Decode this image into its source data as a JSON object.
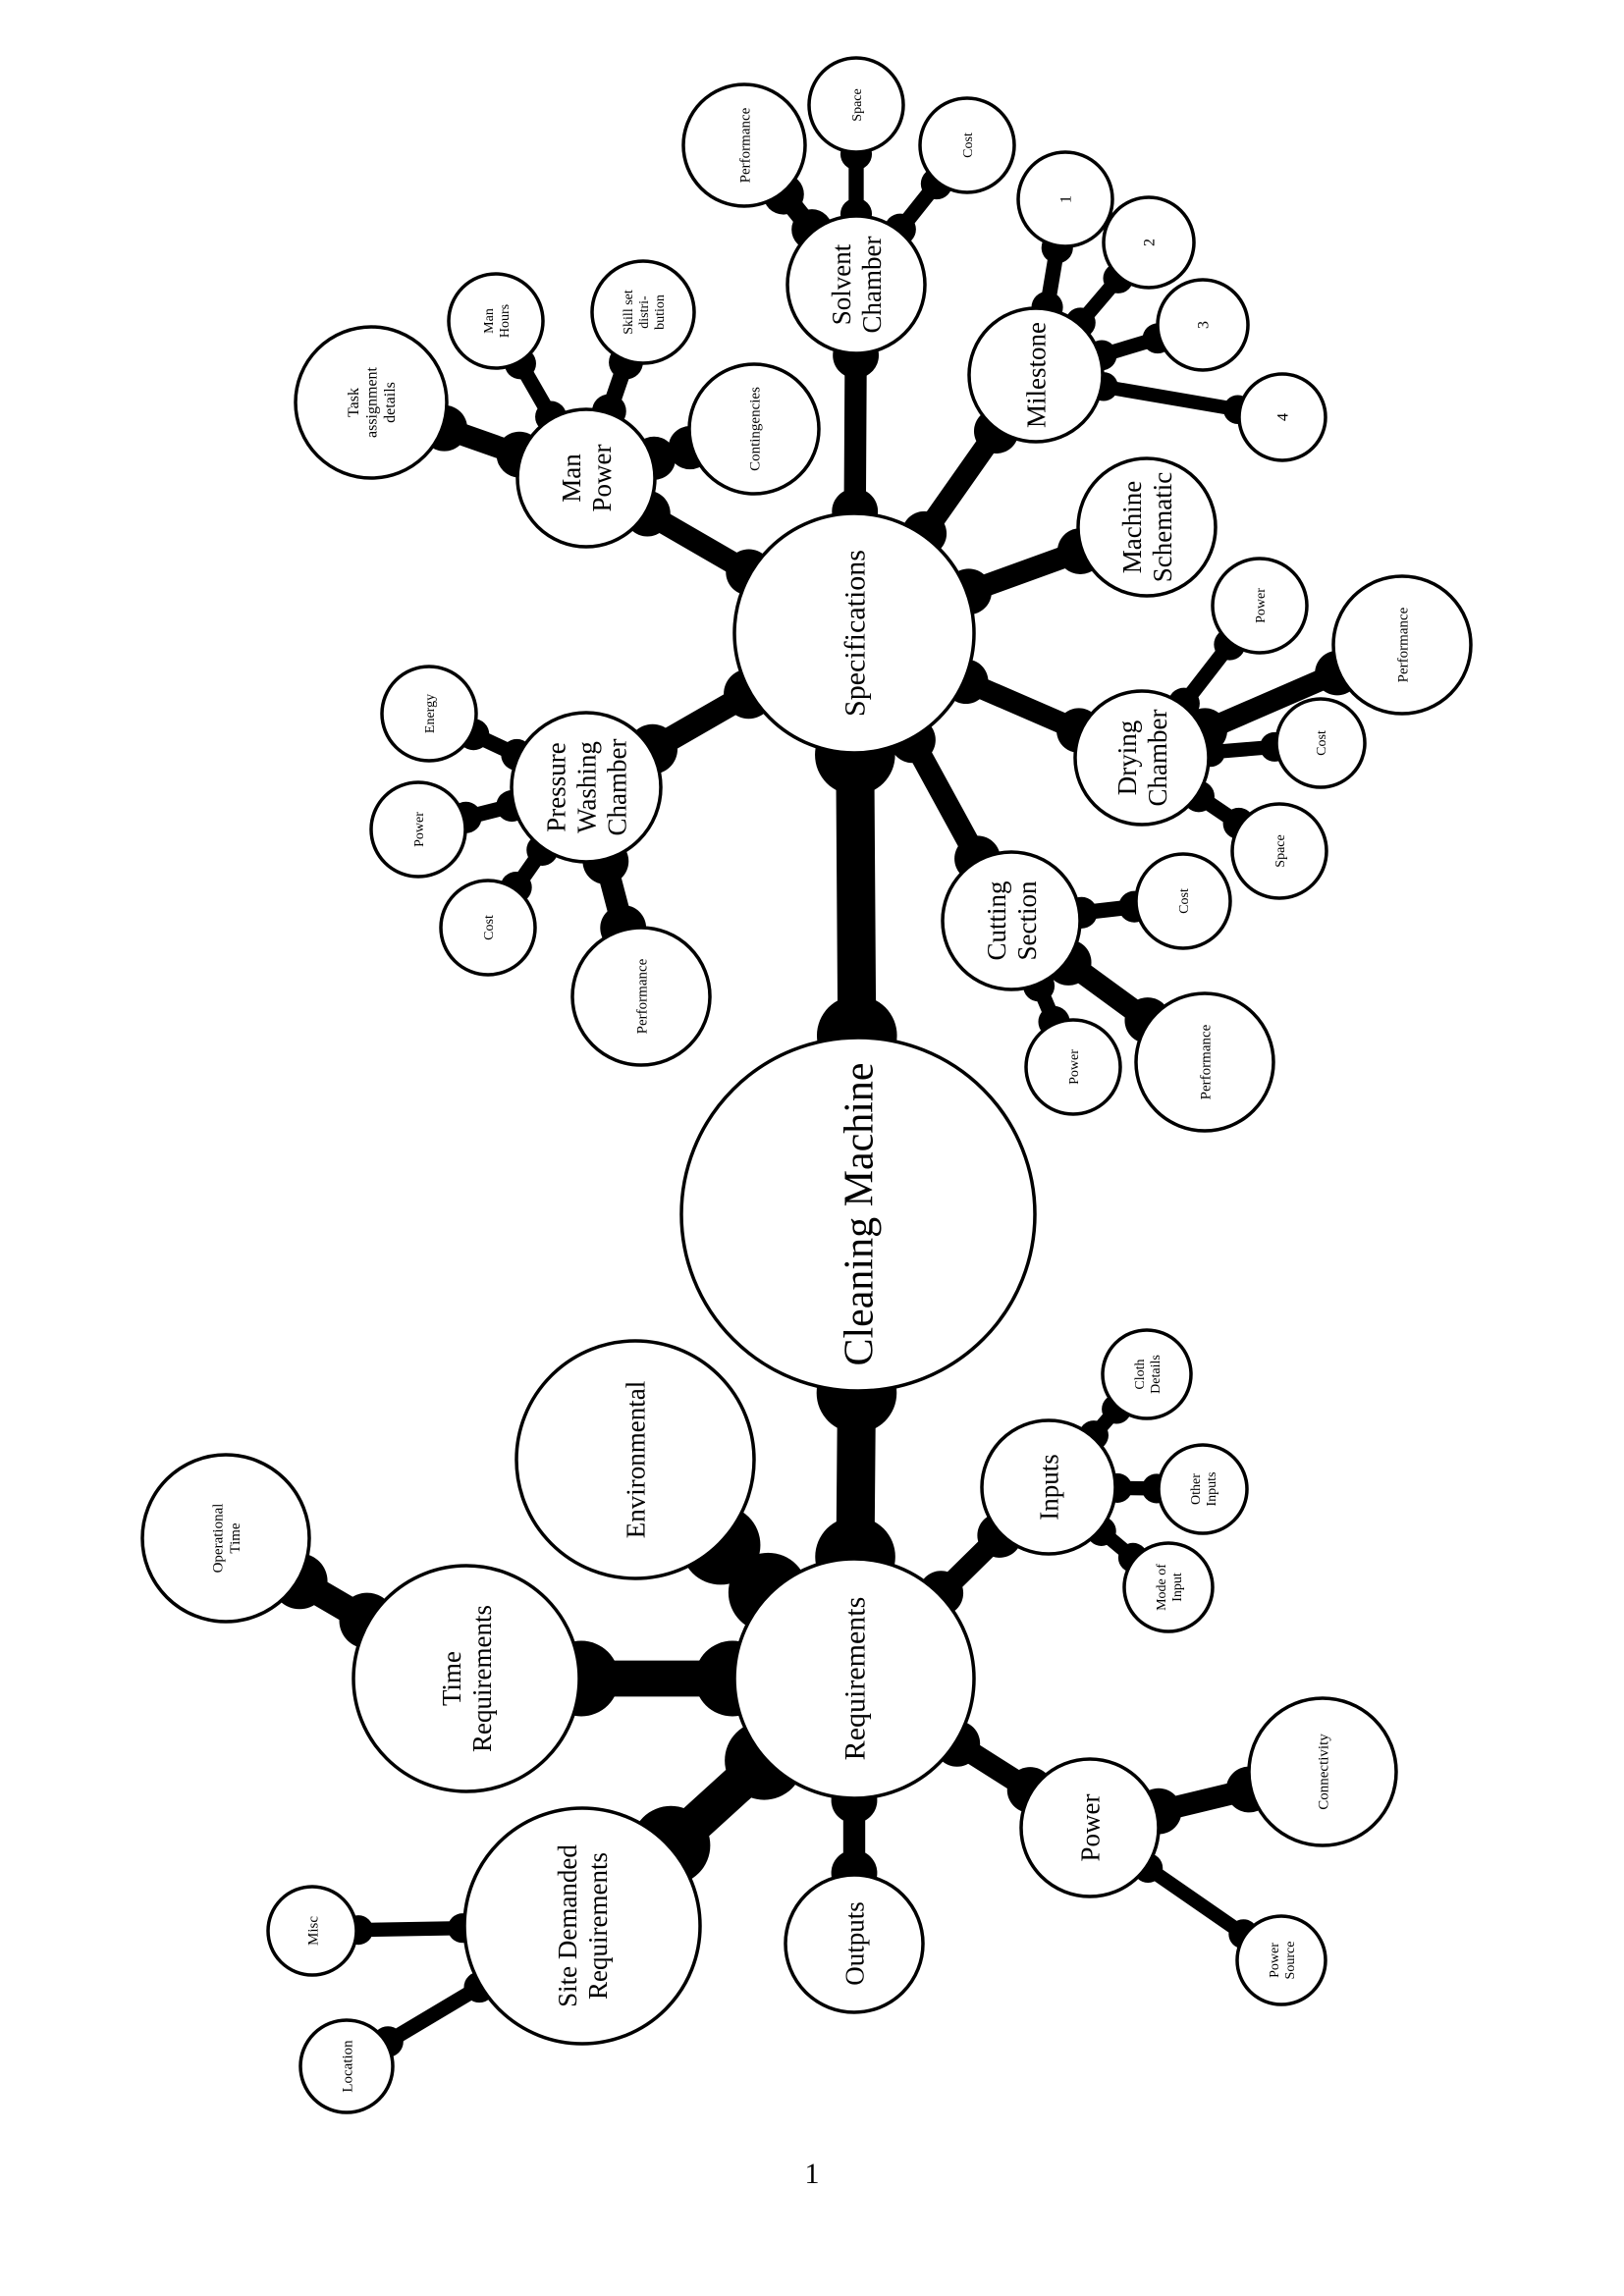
{
  "root": "Cleaning Machine",
  "nodes": {
    "cleaning_machine": [
      "Cleaning Machine"
    ],
    "specifications": [
      "Specifications"
    ],
    "requirements": [
      "Requirements"
    ],
    "man_power": [
      "Man",
      "Power"
    ],
    "task_assignment": [
      "Task",
      "assignment",
      "details"
    ],
    "man_hours": [
      "Man",
      "Hours"
    ],
    "skill_set": [
      "Skill set",
      "distri-",
      "bution"
    ],
    "contingencies": [
      "Contingencies"
    ],
    "solvent_chamber": [
      "Solvent",
      "Chamber"
    ],
    "sc_performance": [
      "Performance"
    ],
    "sc_space": [
      "Space"
    ],
    "sc_cost": [
      "Cost"
    ],
    "milestone": [
      "Milestone"
    ],
    "ms_1": [
      "1"
    ],
    "ms_2": [
      "2"
    ],
    "ms_3": [
      "3"
    ],
    "ms_4": [
      "4"
    ],
    "machine_schematic": [
      "Machine",
      "Schematic"
    ],
    "pressure_washing": [
      "Pressure",
      "Washing",
      "Chamber"
    ],
    "pw_energy": [
      "Energy"
    ],
    "pw_power": [
      "Power"
    ],
    "pw_cost": [
      "Cost"
    ],
    "pw_performance": [
      "Performance"
    ],
    "drying_chamber": [
      "Drying",
      "Chamber"
    ],
    "dc_power": [
      "Power"
    ],
    "dc_performance": [
      "Performance"
    ],
    "dc_cost": [
      "Cost"
    ],
    "dc_space": [
      "Space"
    ],
    "cutting_section": [
      "Cutting",
      "Section"
    ],
    "cs_cost": [
      "Cost"
    ],
    "cs_power": [
      "Power"
    ],
    "cs_performance": [
      "Performance"
    ],
    "environmental": [
      "Environmental"
    ],
    "time_requirements": [
      "Time",
      "Requirements"
    ],
    "operational_time": [
      "Operational",
      "Time"
    ],
    "site_demanded": [
      "Site Demanded",
      "Requirements"
    ],
    "misc": [
      "Misc"
    ],
    "location": [
      "Location"
    ],
    "outputs": [
      "Outputs"
    ],
    "inputs": [
      "Inputs"
    ],
    "cloth_details": [
      "Cloth",
      "Details"
    ],
    "other_inputs": [
      "Other",
      "Inputs"
    ],
    "mode_of_input": [
      "Mode of",
      "Input"
    ],
    "power": [
      "Power"
    ],
    "connectivity": [
      "Connectivity"
    ],
    "power_source": [
      "Power",
      "Source"
    ]
  },
  "edges": [
    [
      "cleaning_machine",
      "specifications"
    ],
    [
      "cleaning_machine",
      "requirements"
    ],
    [
      "specifications",
      "man_power"
    ],
    [
      "man_power",
      "task_assignment"
    ],
    [
      "man_power",
      "man_hours"
    ],
    [
      "man_power",
      "skill_set"
    ],
    [
      "man_power",
      "contingencies"
    ],
    [
      "specifications",
      "solvent_chamber"
    ],
    [
      "solvent_chamber",
      "sc_performance"
    ],
    [
      "solvent_chamber",
      "sc_space"
    ],
    [
      "solvent_chamber",
      "sc_cost"
    ],
    [
      "specifications",
      "milestone"
    ],
    [
      "milestone",
      "ms_1"
    ],
    [
      "milestone",
      "ms_2"
    ],
    [
      "milestone",
      "ms_3"
    ],
    [
      "milestone",
      "ms_4"
    ],
    [
      "specifications",
      "machine_schematic"
    ],
    [
      "specifications",
      "pressure_washing"
    ],
    [
      "pressure_washing",
      "pw_energy"
    ],
    [
      "pressure_washing",
      "pw_power"
    ],
    [
      "pressure_washing",
      "pw_cost"
    ],
    [
      "pressure_washing",
      "pw_performance"
    ],
    [
      "specifications",
      "drying_chamber"
    ],
    [
      "drying_chamber",
      "dc_power"
    ],
    [
      "drying_chamber",
      "dc_performance"
    ],
    [
      "drying_chamber",
      "dc_cost"
    ],
    [
      "drying_chamber",
      "dc_space"
    ],
    [
      "specifications",
      "cutting_section"
    ],
    [
      "cutting_section",
      "cs_cost"
    ],
    [
      "cutting_section",
      "cs_power"
    ],
    [
      "cutting_section",
      "cs_performance"
    ],
    [
      "requirements",
      "environmental"
    ],
    [
      "requirements",
      "time_requirements"
    ],
    [
      "time_requirements",
      "operational_time"
    ],
    [
      "requirements",
      "site_demanded"
    ],
    [
      "site_demanded",
      "misc"
    ],
    [
      "site_demanded",
      "location"
    ],
    [
      "requirements",
      "outputs"
    ],
    [
      "requirements",
      "inputs"
    ],
    [
      "inputs",
      "cloth_details"
    ],
    [
      "inputs",
      "other_inputs"
    ],
    [
      "inputs",
      "mode_of_input"
    ],
    [
      "requirements",
      "power"
    ],
    [
      "power",
      "connectivity"
    ],
    [
      "power",
      "power_source"
    ]
  ],
  "page_number": "1"
}
